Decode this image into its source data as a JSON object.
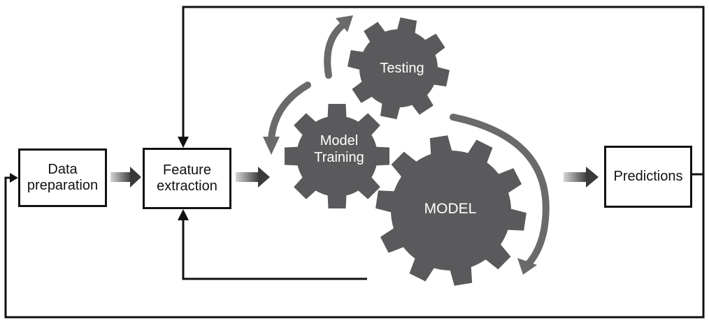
{
  "boxes": {
    "data_preparation": {
      "line1": "Data",
      "line2": "preparation"
    },
    "feature_extraction": {
      "line1": "Feature",
      "line2": "extraction"
    },
    "predictions": {
      "label": "Predictions"
    }
  },
  "gears": {
    "testing": {
      "label": "Testing"
    },
    "model_training": {
      "line1": "Model",
      "line2": "Training"
    },
    "model": {
      "label": "MODEL"
    }
  },
  "colors": {
    "line": "#111111",
    "gear_fill": "#5a5a5c",
    "arrow_gradient_light": "#cfcfcf",
    "arrow_gradient_dark": "#3a3a3a",
    "curved_arrow": "#666666"
  }
}
